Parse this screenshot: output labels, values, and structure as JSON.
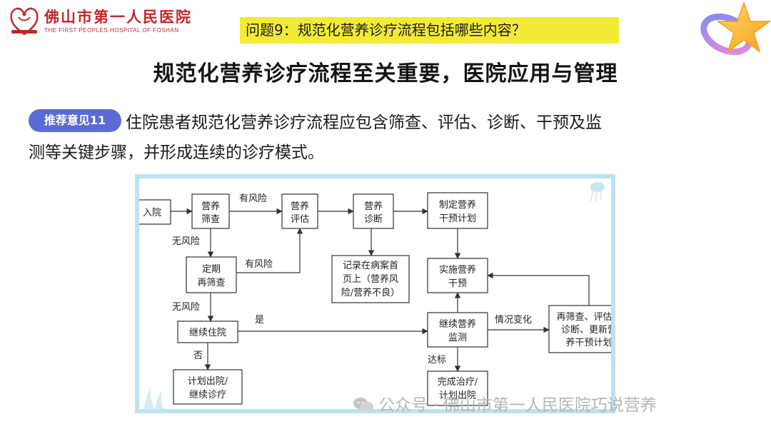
{
  "header": {
    "hospital_name_cn": "佛山市第一人民医院",
    "hospital_name_en": "THE FIRST PEOPLES HOSPITAL OF FOSHAN",
    "question": "问题9：规范化营养诊疗流程包括哪些内容？"
  },
  "main": {
    "title": "规范化营养诊疗流程至关重要，医院应用与管理",
    "badge": "推荐意见11",
    "text_line1": "住院患者规范化营养诊疗流程应包含筛查、评估、诊断、干预及监",
    "text_line2": "测等关键步骤，并形成连续的诊疗模式。"
  },
  "flowchart": {
    "nodes": {
      "admission": "入院",
      "screening": [
        "营养",
        "筛查"
      ],
      "assessment": [
        "营养",
        "评估"
      ],
      "diagnosis": [
        "营养",
        "诊断"
      ],
      "plan": [
        "制定营养",
        "干预计划"
      ],
      "rescreen": [
        "定期",
        "再筛查"
      ],
      "record": [
        "记录在病案首",
        "页上（营养风",
        "险/营养不良）"
      ],
      "implement": [
        "实施营养",
        "干预"
      ],
      "continue": "继续住院",
      "monitor": [
        "继续营养",
        "监测"
      ],
      "reassess": [
        "再筛查、评估、",
        "诊断、更新营",
        "养干预计划"
      ],
      "discharge": [
        "计划出院/",
        "继续诊疗"
      ],
      "complete": [
        "完成治疗/",
        "计划出院"
      ]
    },
    "edge_labels": {
      "risk_1": "有风险",
      "no_risk_1": "无风险",
      "risk_2": "有风险",
      "no_risk_2": "无风险",
      "yes": "是",
      "no": "否",
      "change": "情况变化",
      "target": "达标"
    }
  },
  "watermark": "公众号 · 佛山市第一人民医院巧说营养",
  "colors": {
    "hospital_red": "#c0282c",
    "question_bg": "#f3ea35",
    "badge_bg": "#5a6bd6",
    "frame_border": "#bfe2f2",
    "watermark": "#b7b7b7"
  }
}
